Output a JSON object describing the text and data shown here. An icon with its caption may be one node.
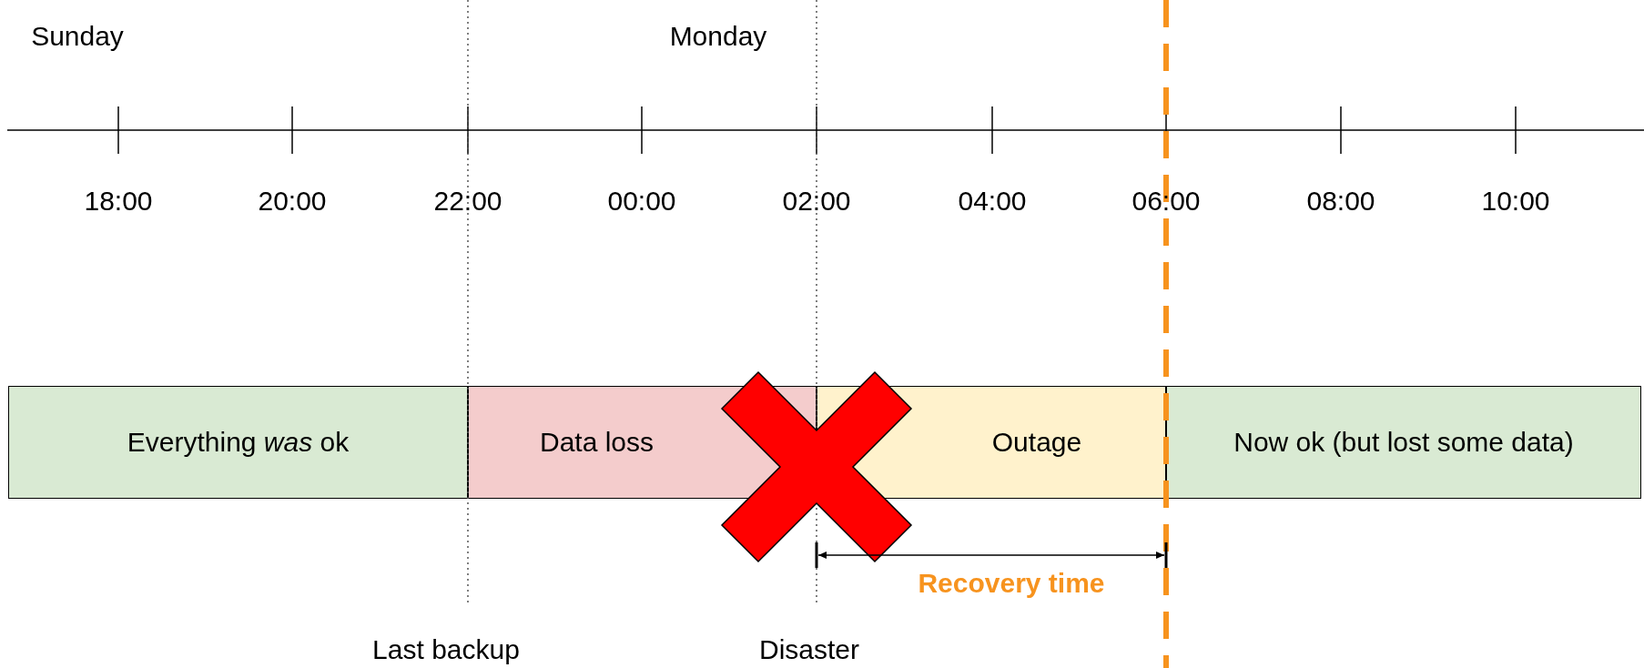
{
  "diagram": {
    "nodes": [
      {
        "text": [
          "Everything *was* ok"
        ]
      },
      {
        "text": [
          "Data loss"
        ]
      },
      {
        "text": [
          "Outage"
        ]
      },
      {
        "text": [
          "Now ok (but lost some data)"
        ]
      }
    ],
    "edges": [],
    "labels": [
      "Sunday",
      "Monday",
      "18:00",
      "20:00",
      "22:00",
      "00:00",
      "02:00",
      "04:00",
      "06:00",
      "08:00",
      "10:00",
      "Recovery time",
      "Last backup",
      "Disaster"
    ]
  }
}
